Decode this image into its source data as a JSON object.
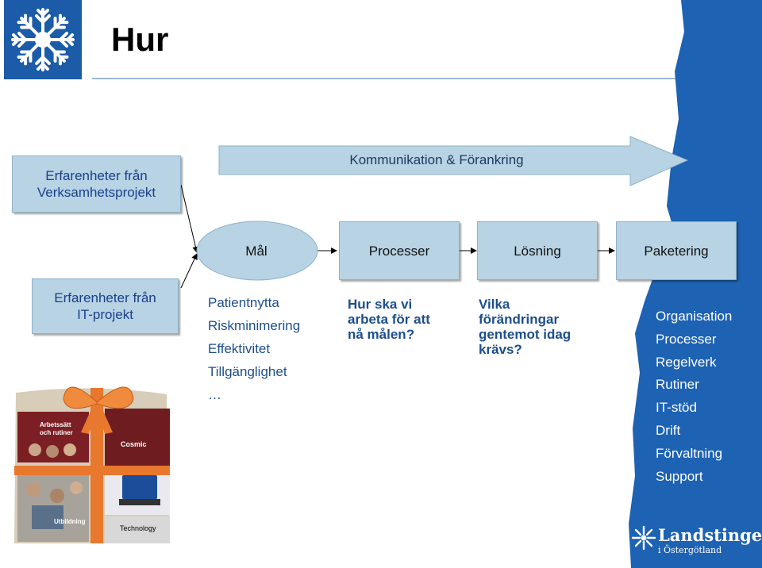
{
  "header": {
    "title": "Hur",
    "logo_icon": "snowflake-emblem-icon"
  },
  "banner": {
    "label": "Kommunikation & Förankring"
  },
  "sources": {
    "verksamhet": [
      "Erfarenheter från",
      "Verksamhetsprojekt"
    ],
    "it": [
      "Erfarenheter från",
      "IT-projekt"
    ]
  },
  "steps": {
    "mal": "Mål",
    "processer": "Processer",
    "losning": "Lösning",
    "paketering": "Paketering"
  },
  "goals": [
    "Patientnytta",
    "Riskminimering",
    "Effektivitet",
    "Tillgänglighet",
    "…"
  ],
  "question_processes": [
    "Hur ska vi",
    "arbeta för att",
    "nå målen?"
  ],
  "question_solution": [
    "Vilka",
    "förändringar",
    "gentemot idag",
    "krävs?"
  ],
  "packaging_items": [
    "Organisation",
    "Processer",
    "Regelverk",
    "Rutiner",
    "IT-stöd",
    "Drift",
    "Förvaltning",
    "Support"
  ],
  "package_image": {
    "labels": {
      "a": "Arbetssätt",
      "b": "och rutiner",
      "cosmic": "Cosmic",
      "utbildning": "Utbildning",
      "technology": "Technology"
    }
  },
  "brand": {
    "name": "Landstinget",
    "sub": "i Östergötland",
    "icon": "landstinget-emblem-icon"
  },
  "colors": {
    "logo_blue": "#1b5ba8",
    "box_fill": "#b7d3e4",
    "text_blue": "#1d4e8e",
    "stripe_blue": "#1d62b3"
  }
}
